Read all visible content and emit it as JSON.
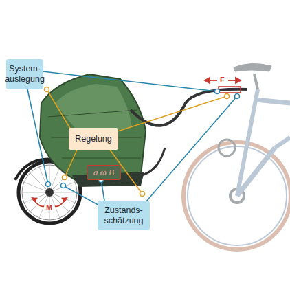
{
  "diagram": {
    "nodes": [
      {
        "text": [
          "System- auslegung"
        ]
      },
      {
        "text": [
          "Regelung"
        ]
      },
      {
        "text": [
          "Zustands- schätzung"
        ]
      },
      {
        "text": [
          "a ω B"
        ]
      }
    ],
    "edges": [
      {
        "from": 2,
        "to": 3,
        "arrow": "none"
      }
    ],
    "labels": [
      "F",
      "M"
    ]
  }
}
